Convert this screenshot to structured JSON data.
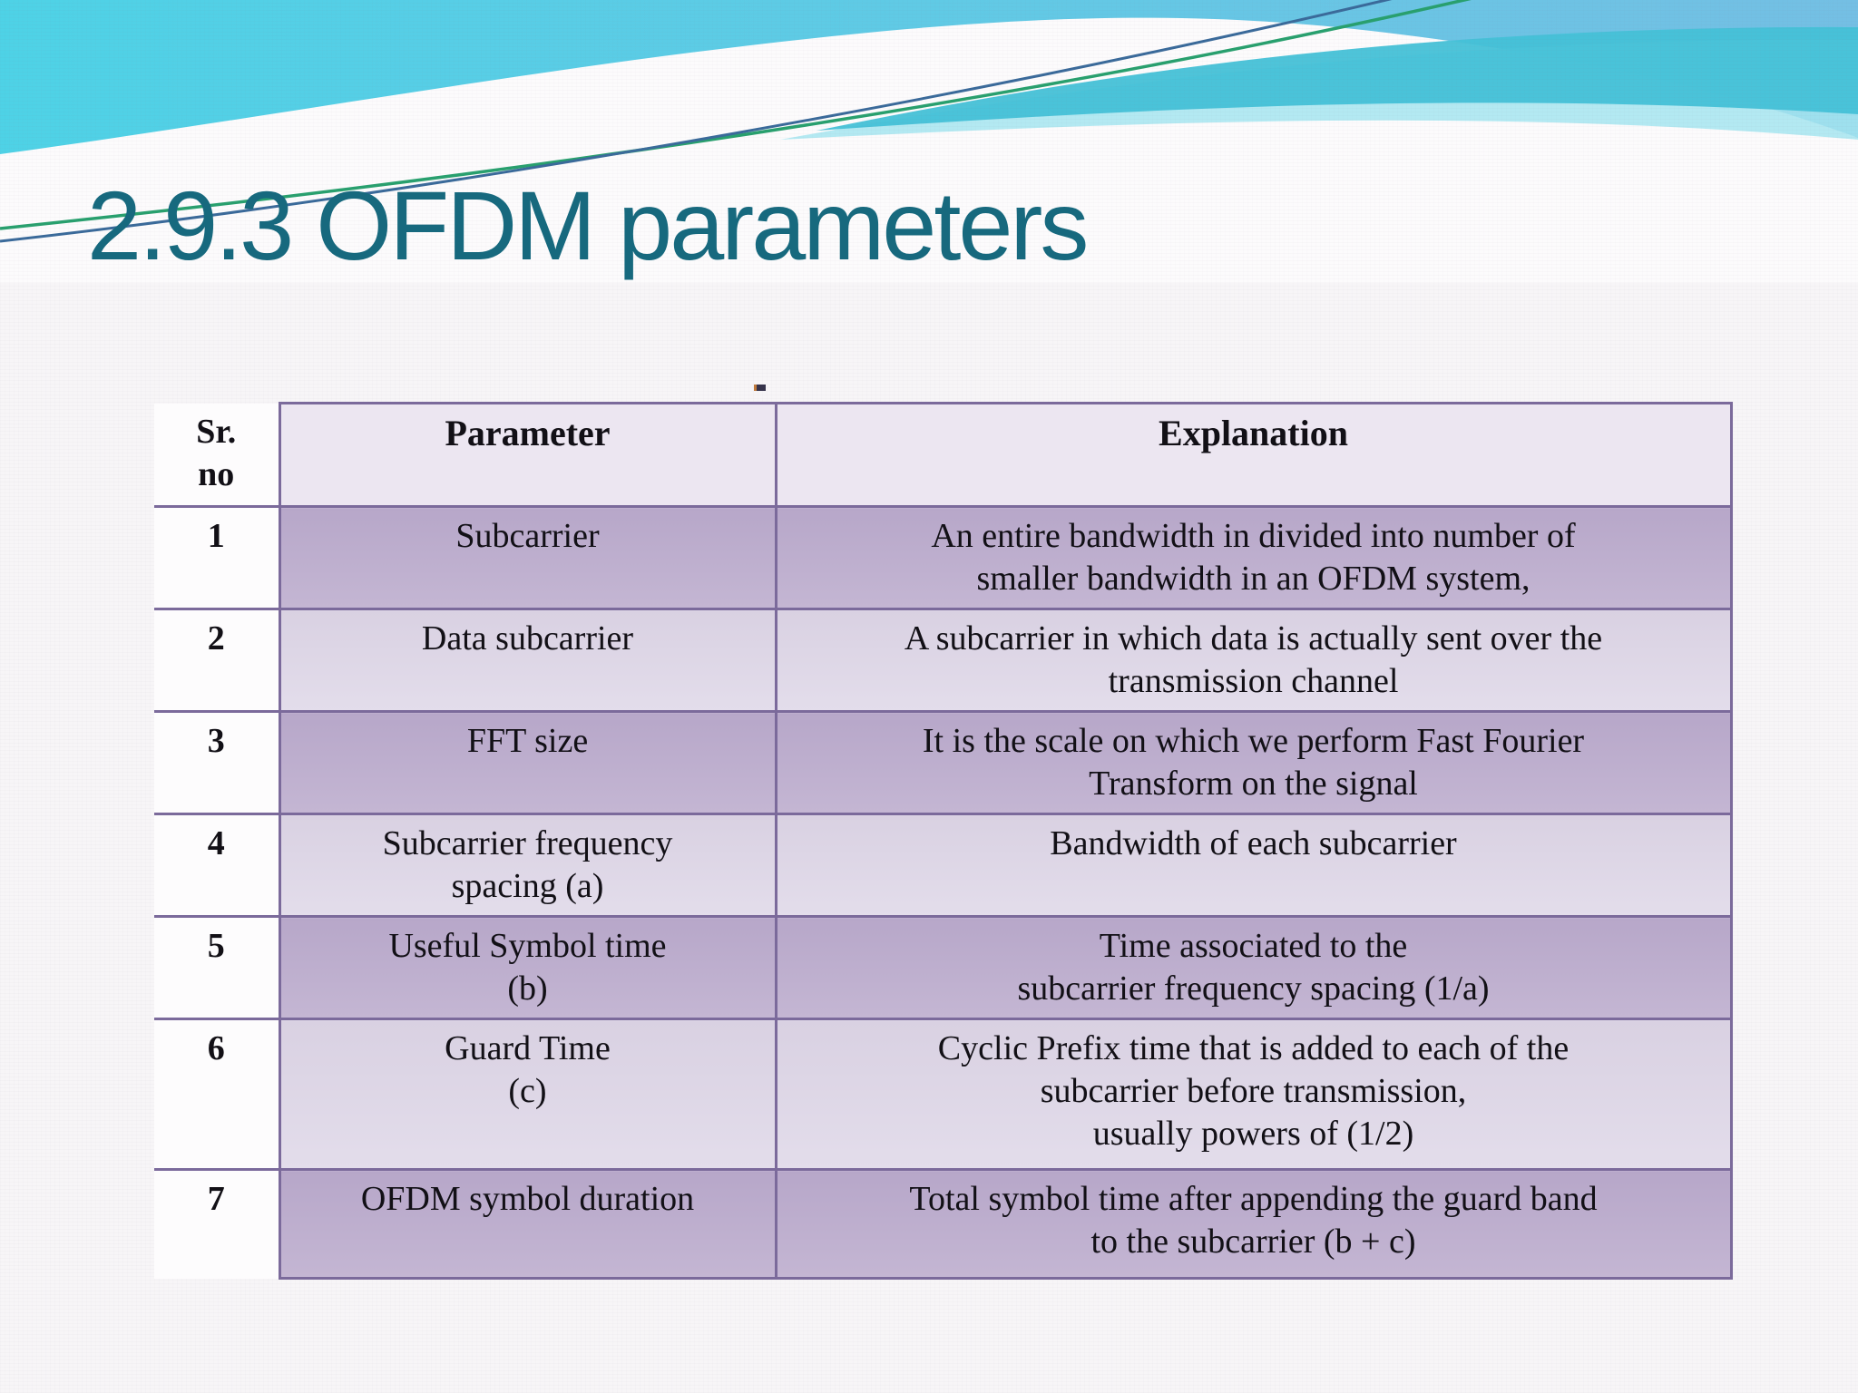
{
  "slide": {
    "title": "2.9.3 OFDM parameters"
  },
  "colors": {
    "title_color": "#17697e",
    "paper": "#f7f5f7",
    "border_color": "#7b6a9b",
    "header_bg": "#ece6f1",
    "row_odd": "#b7a7c9",
    "row_even": "#d9d1e2",
    "sky_left": "#4ed2e6",
    "sky_right": "#74bfe4",
    "teal_band": "#45c1d7",
    "light_band": "#a6e5f0",
    "wave_white": "#fcfbfc",
    "line_green": "#28a06e",
    "line_blue": "#3a6a9a"
  },
  "table": {
    "header": {
      "sr_lines": [
        "Sr.",
        "no"
      ],
      "parameter": "Parameter",
      "explanation": "Explanation"
    },
    "rows": [
      {
        "sr": "1",
        "parameter": [
          "Subcarrier"
        ],
        "explanation": [
          "An entire bandwidth in divided into number of",
          "smaller bandwidth in an OFDM system,"
        ]
      },
      {
        "sr": "2",
        "parameter": [
          "Data subcarrier"
        ],
        "explanation": [
          "A subcarrier in which data is actually sent over the",
          "transmission channel"
        ]
      },
      {
        "sr": "3",
        "parameter": [
          "FFT size"
        ],
        "explanation": [
          "It is the scale on which we perform Fast Fourier",
          "Transform on the signal"
        ]
      },
      {
        "sr": "4",
        "parameter": [
          "Subcarrier frequency",
          "spacing (a)"
        ],
        "explanation": [
          "Bandwidth of each subcarrier"
        ]
      },
      {
        "sr": "5",
        "parameter": [
          "Useful Symbol time",
          "(b)"
        ],
        "explanation": [
          "Time associated to the",
          "subcarrier frequency spacing (1/a)"
        ]
      },
      {
        "sr": "6",
        "parameter": [
          "Guard Time",
          "(c)"
        ],
        "explanation": [
          "Cyclic Prefix time that is added to each of the",
          "subcarrier before transmission,",
          "usually powers of (1/2)"
        ]
      },
      {
        "sr": "7",
        "parameter": [
          "OFDM symbol duration"
        ],
        "explanation": [
          "Total symbol time after appending the guard band",
          "to the subcarrier (b + c)"
        ]
      }
    ]
  }
}
